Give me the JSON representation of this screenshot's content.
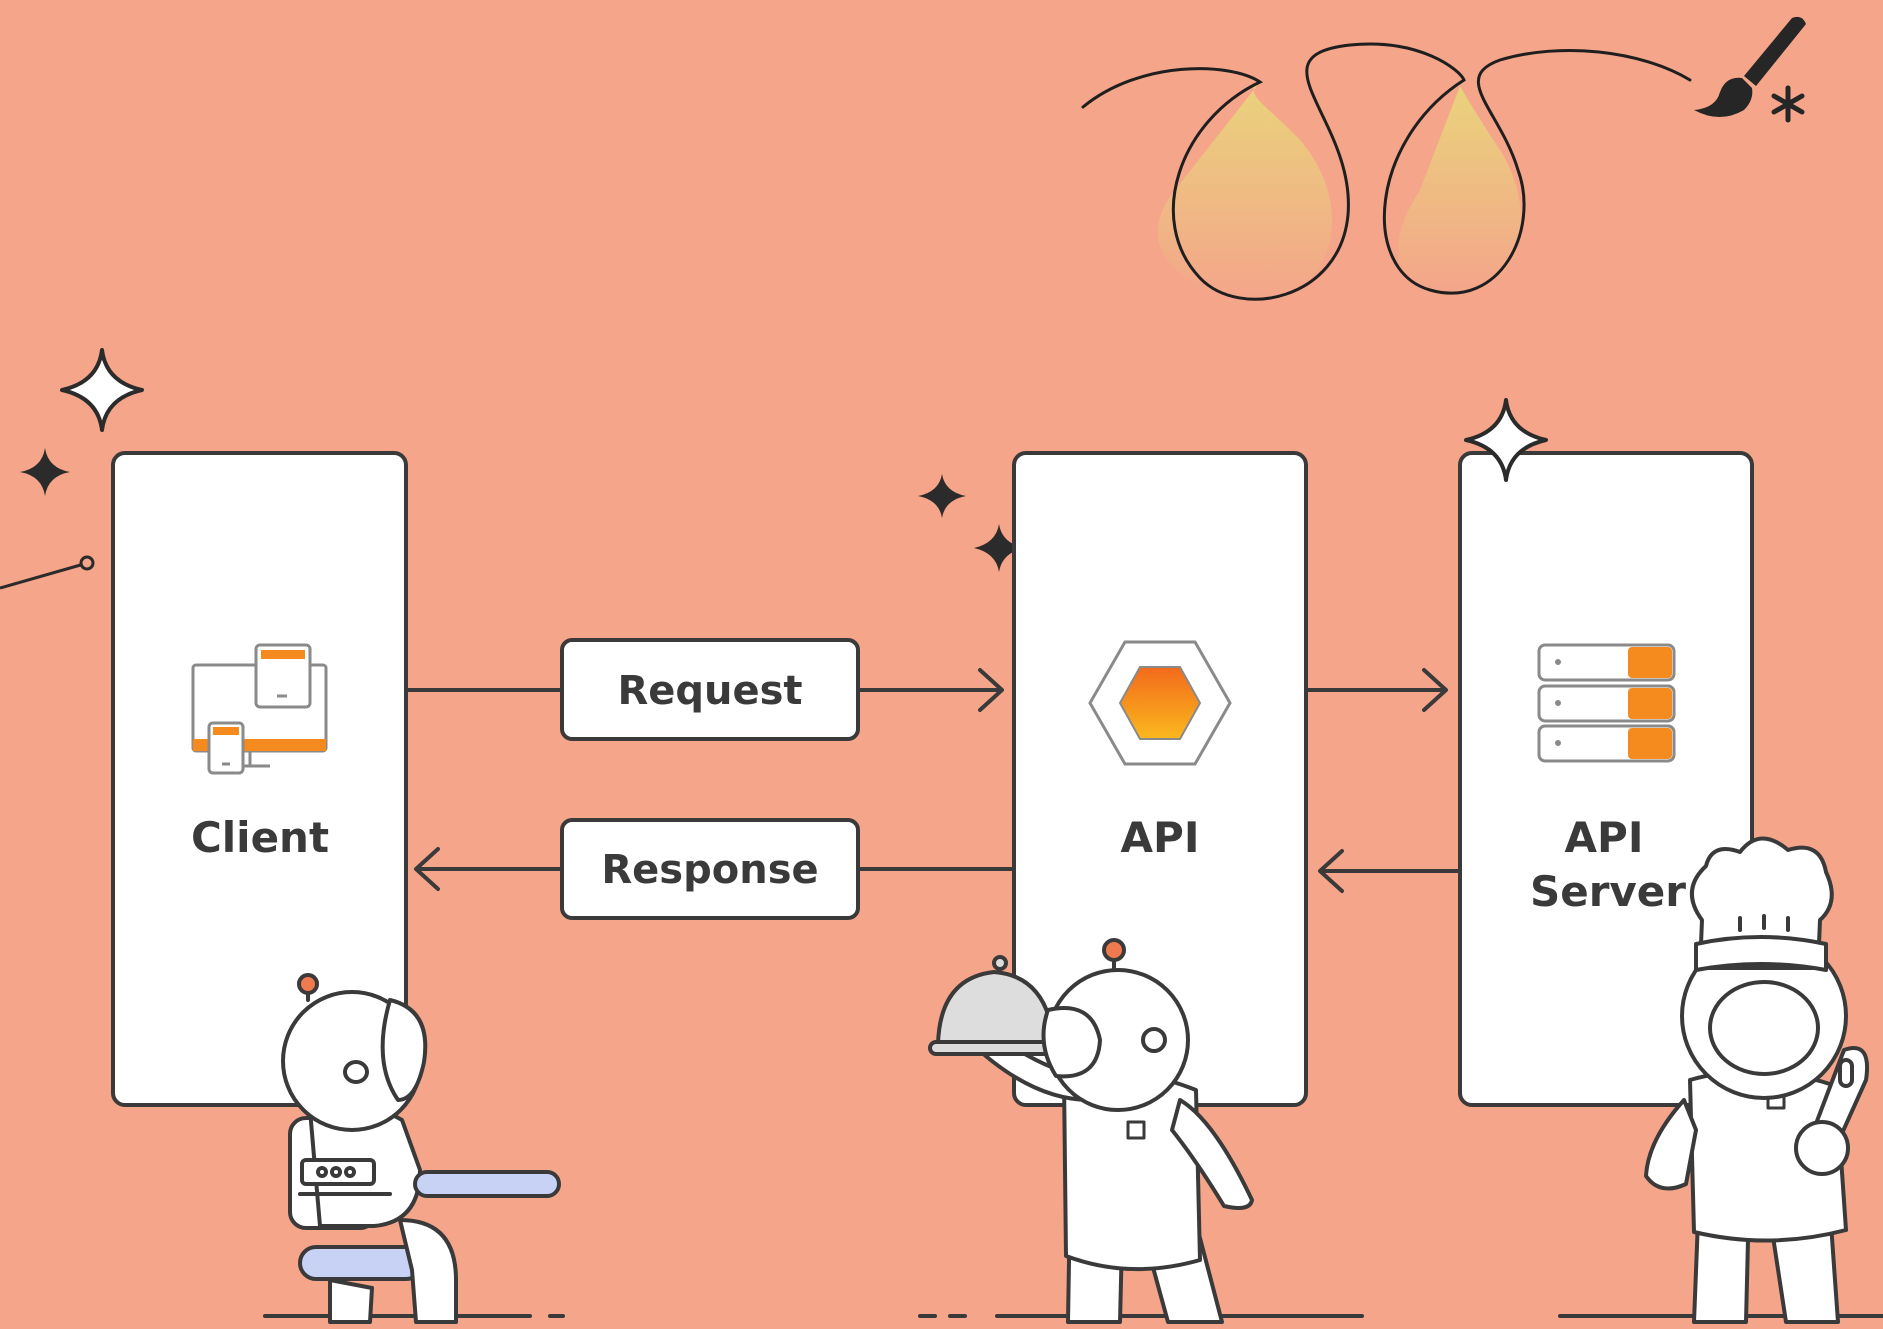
{
  "diagram": {
    "nodes": [
      {
        "id": "client",
        "label_lines": [
          "Client"
        ],
        "icon": "devices-icon"
      },
      {
        "id": "api",
        "label_lines": [
          "API"
        ],
        "icon": "hexagon-icon"
      },
      {
        "id": "api_server",
        "label_lines": [
          "API",
          "Server"
        ],
        "icon": "server-rack-icon"
      }
    ],
    "edges": [
      {
        "from": "client",
        "to": "api",
        "label": "Request"
      },
      {
        "from": "api",
        "to": "client",
        "label": "Response"
      },
      {
        "from": "api",
        "to": "api_server",
        "label": ""
      },
      {
        "from": "api_server",
        "to": "api",
        "label": ""
      }
    ]
  },
  "colors": {
    "background": "#F4A58A",
    "stroke": "#3a3a3a",
    "accent_orange": "#F58A1F",
    "accent_yellow": "#FBC02D",
    "seat_blue": "#C8D2F5"
  },
  "decorations": [
    "sparkle-icon",
    "paintbrush-icon",
    "asterisk-icon",
    "loop-doodle",
    "astronaut-client",
    "astronaut-waiter",
    "astronaut-chef"
  ]
}
